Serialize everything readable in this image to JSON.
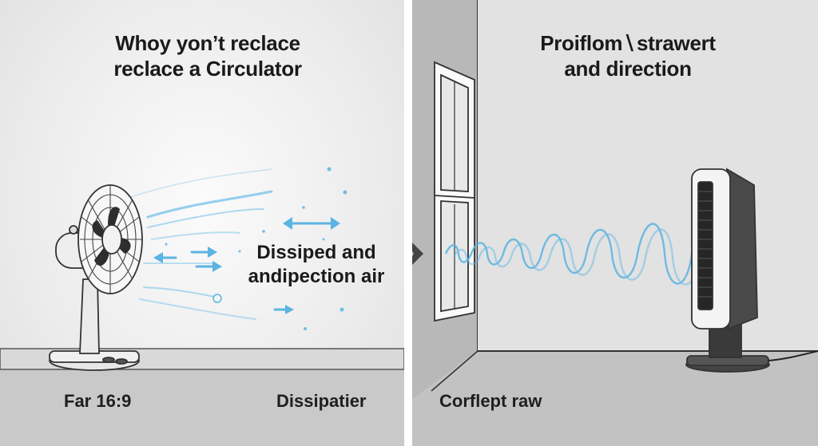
{
  "left_panel": {
    "title_lines": [
      "Whoy yon’t reclace",
      "reclace a Circulator"
    ],
    "mid_label_lines": [
      "Dissiped and",
      "andipection air"
    ],
    "caption_left": "Far 16:9",
    "caption_right": "Dissipatier"
  },
  "right_panel": {
    "title_lines": [
      "Proiflom∖strawert",
      "and direction"
    ],
    "caption": "Corflept raw"
  },
  "colors": {
    "airflow_blue": "#5bb4e2",
    "panel_left_bg": "#ececec",
    "panel_right_bg": "#dcdcdc",
    "text": "#1a1a1a"
  },
  "icons": [
    "desk-fan-icon",
    "window-icon",
    "tower-circulator-icon",
    "chevron-right-icon",
    "double-arrow-icon"
  ]
}
